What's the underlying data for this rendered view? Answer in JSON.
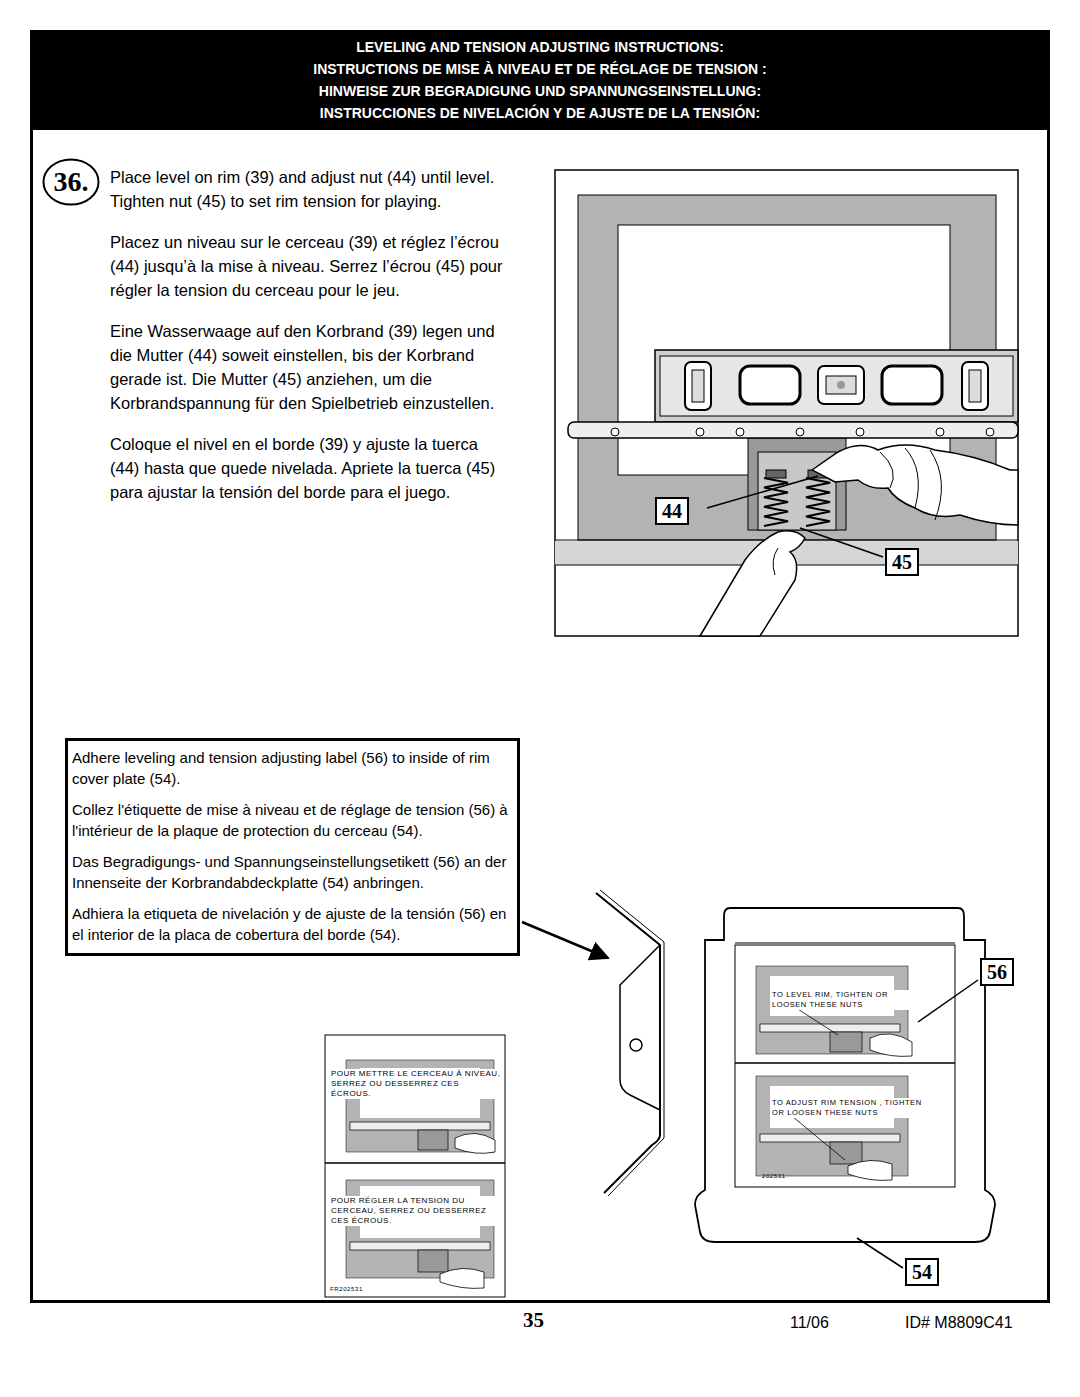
{
  "diagram": {
    "nodes": [
      {
        "text": [
          "LEVELING AND TENSION ADJUSTING INSTRUCTIONS:",
          "INSTRUCTIONS DE MISE À NIVEAU ET DE RÉGLAGE DE TENSION :",
          "HINWEISE ZUR BEGRADIGUNG UND SPANNUNGSEINSTELLUNG:",
          "INSTRUCCIONES DE NIVELACIÓN Y DE AJUSTE DE LA TENSIÓN:"
        ]
      },
      {
        "text": [
          "36."
        ]
      },
      {
        "text": [
          "Adhere leveling and tension adjusting label (56) to inside of rim cover plate (54).",
          "Collez l'étiquette de mise à niveau et de réglage de tension (56) à l'intérieur de la plaque de protection du cerceau (54).",
          "Das Begradigungs- und Spannungseinstellungsetikett (56) an der Innenseite der Korbrandabdeckplatte (54) anbringen.",
          "Adhiera la etiqueta de nivelación y de ajuste de la tensión (56) en el interior de la placa de cobertura del borde (54)."
        ]
      },
      {
        "text": [
          "44"
        ]
      },
      {
        "text": [
          "45"
        ]
      },
      {
        "text": [
          "56"
        ]
      },
      {
        "text": [
          "54"
        ]
      }
    ],
    "labels": [
      "Place level on rim (39) and adjust nut (44) until level. Tighten nut (45) to set rim tension for playing.",
      "Placez un niveau sur le cerceau (39) et réglez l’écrou (44) jusqu’à la mise à niveau. Serrez l’écrou (45) pour régler la tension du cerceau pour le jeu.",
      "Eine Wasserwaage auf den Korbrand (39) legen und die Mutter (44) soweit einstellen, bis der Korbrand gerade ist. Die Mutter (45) anziehen, um die Korbrandspannung für den Spielbetrieb einzustellen.",
      "Coloque el nivel en el borde (39) y ajuste la tuerca (44) hasta que quede nivelada. Apriete la tuerca (45) para ajustar la tensión del borde para el juego.",
      "TO LEVEL RIM, TIGHTEN OR LOOSEN THESE NUTS",
      "TO ADJUST RIM TENSION , TIGHTEN OR LOOSEN THESE NUTS",
      "202531",
      "POUR METTRE LE CERCEAU À NIVEAU, SERREZ OU DESSERREZ CES ÉCROUS.",
      "POUR RÉGLER LA TENSION DU CERCEAU, SERREZ OU DESSERREZ CES ÉCROUS.",
      "FR202531",
      "35",
      "11/06",
      "ID# M8809C41"
    ]
  }
}
